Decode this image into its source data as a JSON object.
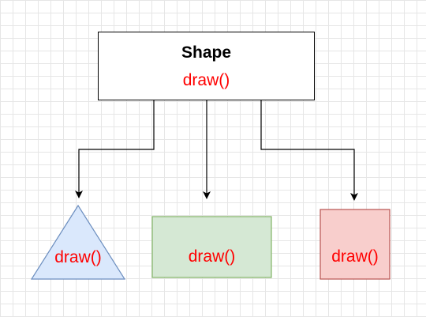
{
  "diagram": {
    "parent": {
      "title": "Shape",
      "method": "draw()"
    },
    "children": [
      {
        "shape": "triangle",
        "method": "draw()",
        "fill": "#dae8fc",
        "stroke": "#6c8ebf"
      },
      {
        "shape": "rectangle",
        "method": "draw()",
        "fill": "#d5e8d4",
        "stroke": "#82b366"
      },
      {
        "shape": "square",
        "method": "draw()",
        "fill": "#f8cecc",
        "stroke": "#b85450"
      }
    ],
    "colors": {
      "method_text": "#ff0000",
      "title_text": "#000000",
      "connector": "#000000"
    }
  }
}
